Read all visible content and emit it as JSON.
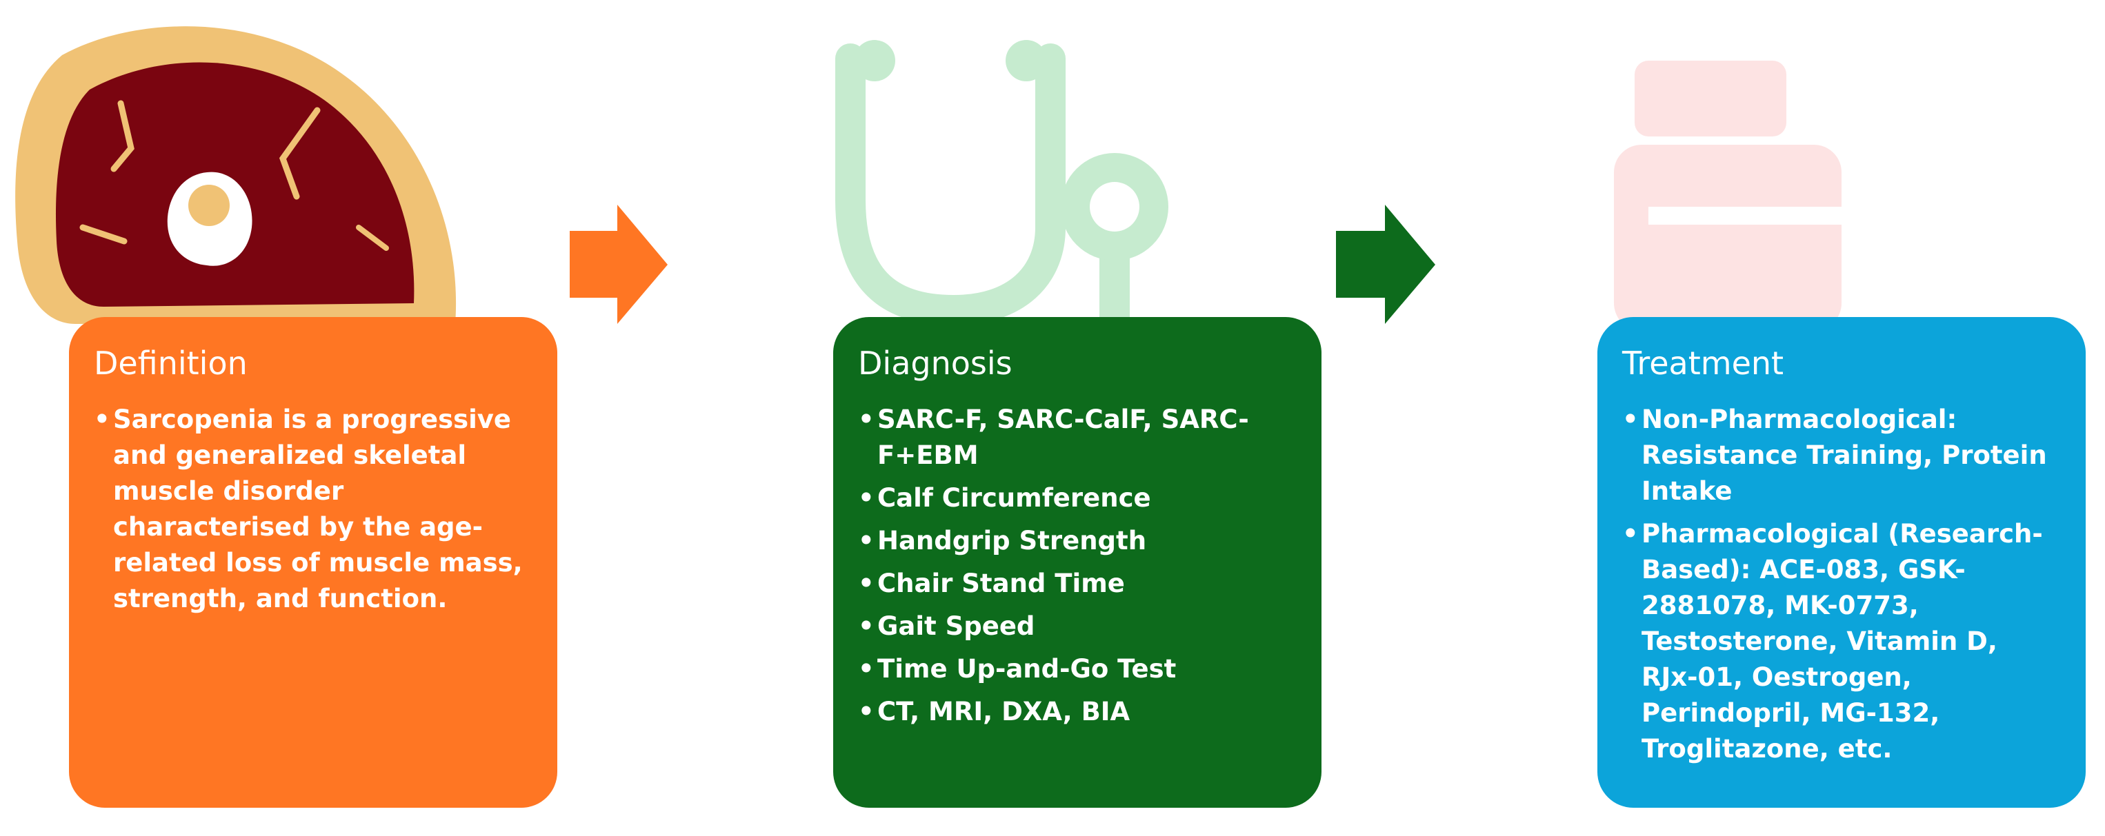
{
  "definition": {
    "title": "Definition",
    "items": [
      "Sarcopenia is a progressive and generalized skeletal muscle disorder characterised by the age-related loss of muscle mass, strength, and function."
    ]
  },
  "diagnosis": {
    "title": "Diagnosis",
    "items": [
      "SARC-F, SARC-CalF, SARC-F+EBM",
      "Calf Circumference",
      "Handgrip Strength",
      "Chair Stand Time",
      "Gait Speed",
      "Time Up-and-Go Test",
      "CT, MRI, DXA, BIA"
    ]
  },
  "treatment": {
    "title": "Treatment",
    "items": [
      "Non-Pharmacological: Resistance Training, Protein Intake",
      "Pharmacological (Research-Based): ACE-083, GSK-2881078, MK-0773, Testosterone, Vitamin D, RJx-01, Oestrogen, Perindopril, MG-132, Troglitazone, etc."
    ]
  },
  "colors": {
    "definition": "#ff7623",
    "diagnosis": "#0d6b1c",
    "treatment": "#0ca4da",
    "arrow_1": "#ff7623",
    "arrow_2": "#0d6b1c",
    "meat_fat": "#f0c275",
    "meat_muscle": "#7a0510",
    "stethoscope": "#c6ebcf",
    "pill_bottle": "#fde3e3"
  },
  "icons": {
    "definition": "meat-icon",
    "diagnosis": "stethoscope-icon",
    "treatment": "pill-bottle-icon",
    "arrows": "arrow-right-icon"
  }
}
